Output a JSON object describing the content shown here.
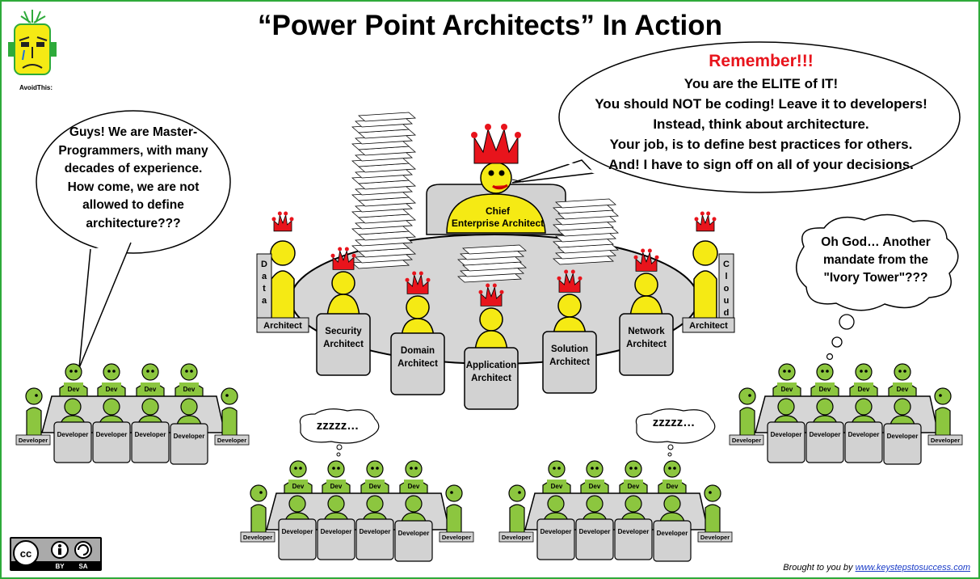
{
  "title": "“Power Point Architects” In Action",
  "logo": {
    "caption": "AvoidThis:",
    "icon": "sad-robot-face-icon"
  },
  "remember_bubble": {
    "heading": "Remember!!!",
    "lines": [
      "You are the ELITE of IT!",
      "You should  NOT be coding! Leave it to developers!",
      "Instead, think about architecture.",
      "Your job, is to define best practices for others.",
      "And! I have to sign off on all of your decisions."
    ]
  },
  "dev_complaint_bubble": {
    "lines": [
      "Guys! We are Master-",
      "Programmers, with many",
      "decades of experience.",
      "How come, we are not",
      "allowed to define",
      "architecture???"
    ]
  },
  "thought_bubble": {
    "lines": [
      "Oh God… Another",
      "mandate from the",
      "\"Ivory Tower\"???"
    ]
  },
  "zzz_text": "zzzzz…",
  "chief": {
    "label_line1": "Chief",
    "label_line2": "Enterprise Architect"
  },
  "architects": {
    "data_side": "Data",
    "cloud_side": "Cloud",
    "architect_label": "Architect",
    "security": "Security Architect",
    "domain": "Domain Architect",
    "application": "Application Architect",
    "solution": "Solution Architect",
    "network": "Network Architect"
  },
  "developers": {
    "dev_label": "Dev",
    "seat_label": "Developer"
  },
  "license": {
    "cc": "cc",
    "by": "BY",
    "sa": "SA"
  },
  "credit": {
    "prefix": "Brought to you by ",
    "link": "www.keystepstosuccess.com"
  },
  "colors": {
    "figure": "#f5ea14",
    "crown": "#e8141c",
    "dev": "#8cc63f",
    "seat": "#d2d2d2",
    "table": "#d6d6d6",
    "frame": "#2eaa3a"
  }
}
